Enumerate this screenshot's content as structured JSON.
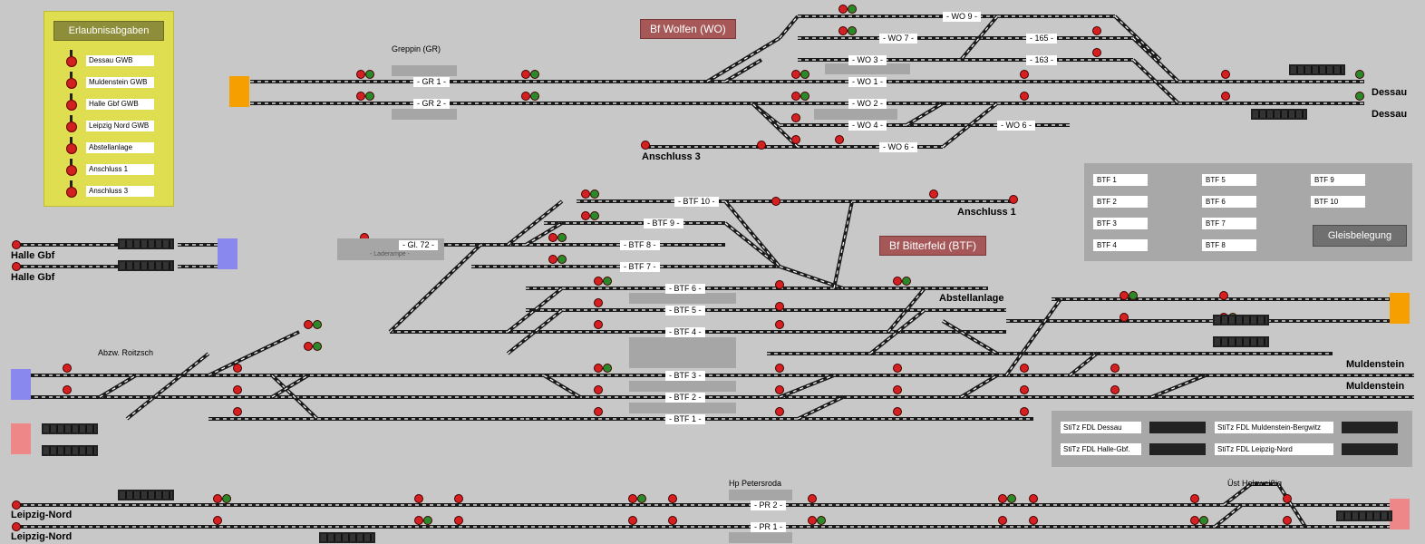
{
  "legend": {
    "title": "Erlaubnisabgaben",
    "items": [
      "Dessau GWB",
      "Muldenstein GWB",
      "Halle Gbf GWB",
      "Leipzig Nord GWB",
      "Abstellanlage",
      "Anschluss 1",
      "Anschluss 3"
    ]
  },
  "stations": {
    "wolfen": "Bf Wolfen (WO)",
    "bitterfeld": "Bf Bitterfeld (BTF)"
  },
  "places": {
    "greppin": "Greppin (GR)",
    "roitzsch": "Abzw. Roitzsch",
    "petersroda": "Hp Petersroda",
    "holzweissig": "Üst Holzweißig",
    "laderampe": "- Laderampe -"
  },
  "endpoints": {
    "halle1": "Halle Gbf",
    "halle2": "Halle Gbf",
    "dessau1": "Dessau",
    "dessau2": "Dessau",
    "muldenstein1": "Muldenstein",
    "muldenstein2": "Muldenstein",
    "leipzig1": "Leipzig-Nord",
    "leipzig2": "Leipzig-Nord",
    "anschluss3": "Anschluss 3",
    "anschluss1": "Anschluss 1",
    "abstellanlage": "Abstellanlage"
  },
  "tracks": {
    "wo9": "- WO 9 -",
    "wo7": "- WO 7 -",
    "t165": "- 165 -",
    "wo3": "- WO 3 -",
    "t163": "- 163 -",
    "gr1": "- GR 1 -",
    "gr2": "- GR 2 -",
    "wo1": "- WO 1 -",
    "wo2": "- WO 2 -",
    "wo4": "- WO 4 -",
    "wo6": "- WO 6 -",
    "wo5": "- WO 6 -",
    "btf10": "- BTF 10 -",
    "btf9": "- BTF 9 -",
    "gl72": "- Gl. 72 -",
    "btf8": "- BTF 8 -",
    "btf7": "- BTF 7 -",
    "btf6": "- BTF 6 -",
    "btf5": "- BTF 5 -",
    "btf4": "- BTF 4 -",
    "btf3": "- BTF 3 -",
    "btf2": "- BTF 2 -",
    "btf1": "- BTF 1 -",
    "pr2": "- PR 2 -",
    "pr1": "- PR 1 -"
  },
  "gleisbelegung": {
    "items": [
      "BTF 1",
      "BTF 2",
      "BTF 3",
      "BTF 4",
      "BTF 5",
      "BTF 6",
      "BTF 7",
      "BTF 8",
      "BTF 9",
      "BTF 10"
    ],
    "button": "Gleisbelegung"
  },
  "stitz": {
    "items": [
      "StiTz FDL Dessau",
      "StiTz FDL Halle-Gbf.",
      "StiTz FDL Muldenstein-Bergwitz",
      "StiTz FDL Leipzig-Nord"
    ]
  },
  "colors": {
    "bg": "#c8c8c8",
    "track": "#1a1a1a",
    "tie": "#ffffff",
    "signal_red": "#d42020",
    "signal_green": "#2a8a2a",
    "orange": "#f5a000",
    "blue": "#8888ee",
    "pink": "#ee8888",
    "station": "#a65858",
    "legend": "#dede50"
  }
}
